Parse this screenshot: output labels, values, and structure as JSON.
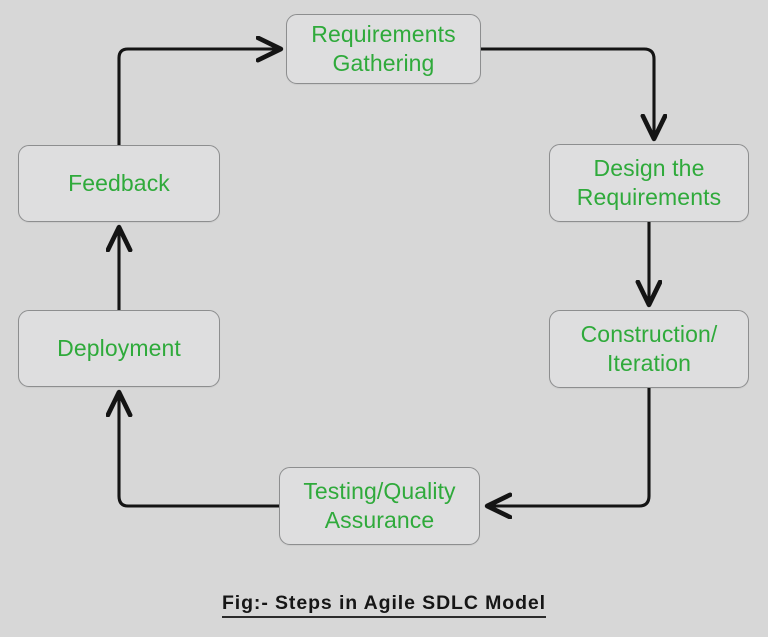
{
  "figure": {
    "caption": "Fig:- Steps in Agile SDLC Model",
    "background_color": "#d7d7d7",
    "node_fill_color": "#dededf",
    "node_border_color": "#8d8e8f",
    "node_text_color": "#2faa3b",
    "connector_color": "#141414",
    "caption_color": "#161616"
  },
  "nodes": [
    {
      "id": "requirements",
      "label": "Requirements\nGathering"
    },
    {
      "id": "design",
      "label": "Design the\nRequirements"
    },
    {
      "id": "construction",
      "label": "Construction/\nIteration"
    },
    {
      "id": "testing",
      "label": "Testing/Quality\nAssurance"
    },
    {
      "id": "deployment",
      "label": "Deployment"
    },
    {
      "id": "feedback",
      "label": "Feedback"
    }
  ],
  "connectors": [
    {
      "id": "feedback-to-requirements",
      "from": "feedback",
      "to": "requirements",
      "shape": "up-then-right"
    },
    {
      "id": "requirements-to-design",
      "from": "requirements",
      "to": "design",
      "shape": "right-then-down"
    },
    {
      "id": "design-to-construction",
      "from": "design",
      "to": "construction",
      "shape": "straight-down"
    },
    {
      "id": "construction-to-testing",
      "from": "construction",
      "to": "testing",
      "shape": "down-then-left"
    },
    {
      "id": "testing-to-deployment",
      "from": "testing",
      "to": "deployment",
      "shape": "left-then-up"
    },
    {
      "id": "deployment-to-feedback",
      "from": "deployment",
      "to": "feedback",
      "shape": "straight-up"
    }
  ]
}
